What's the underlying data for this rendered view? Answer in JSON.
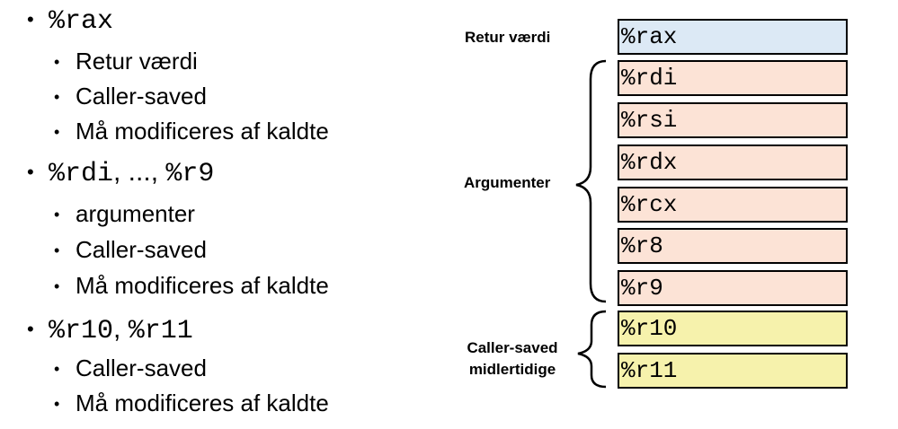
{
  "bullets": [
    {
      "code_parts": [
        "%rax"
      ],
      "subs": [
        "Retur værdi",
        "Caller-saved",
        "Må modificeres af kaldte"
      ]
    },
    {
      "code_parts": [
        "%rdi",
        "%r9"
      ],
      "separator": ", ..., ",
      "subs": [
        "argumenter",
        "Caller-saved",
        "Må modificeres af kaldte"
      ]
    },
    {
      "code_parts": [
        "%r10",
        "%r11"
      ],
      "separator": ", ",
      "subs": [
        "Caller-saved",
        "Må modificeres af kaldte"
      ]
    }
  ],
  "registers": [
    {
      "name": "%rax",
      "group": "return"
    },
    {
      "name": "%rdi",
      "group": "arguments"
    },
    {
      "name": "%rsi",
      "group": "arguments"
    },
    {
      "name": "%rdx",
      "group": "arguments"
    },
    {
      "name": "%rcx",
      "group": "arguments"
    },
    {
      "name": "%r8",
      "group": "arguments"
    },
    {
      "name": "%r9",
      "group": "arguments"
    },
    {
      "name": "%r10",
      "group": "temporaries"
    },
    {
      "name": "%r11",
      "group": "temporaries"
    }
  ],
  "labels": {
    "return": "Retur værdi",
    "arguments": "Argumenter",
    "temporaries_line1": "Caller-saved",
    "temporaries_line2": "midlertidige"
  },
  "colors": {
    "return": "#dce9f5",
    "arguments": "#fce3d6",
    "temporaries": "#f6f2ac",
    "border": "#000000",
    "brace": "#000000"
  }
}
